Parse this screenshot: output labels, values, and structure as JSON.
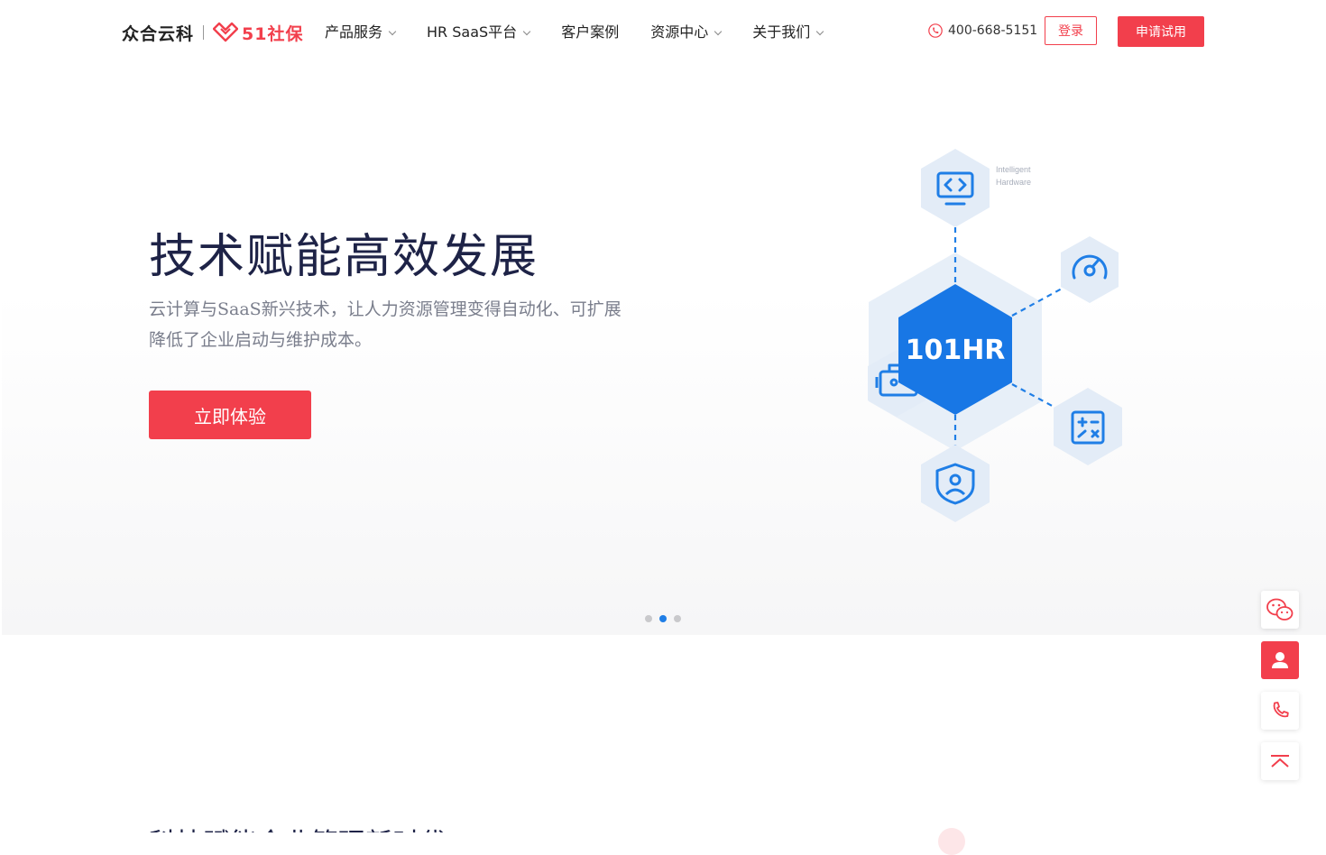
{
  "header": {
    "logo_left": "众合云科",
    "logo_right": "51社保",
    "nav": [
      {
        "label": "产品服务",
        "has_dropdown": true
      },
      {
        "label": "HR SaaS平台",
        "has_dropdown": true
      },
      {
        "label": "客户案例",
        "has_dropdown": false
      },
      {
        "label": "资源中心",
        "has_dropdown": true
      },
      {
        "label": "关于我们",
        "has_dropdown": true
      }
    ],
    "phone": "400-668-5151",
    "login_label": "登录",
    "trial_label": "申请试用"
  },
  "hero": {
    "title": "技术赋能高效发展",
    "desc_line1": "云计算与SaaS新兴技术，让人力资源管理变得自动化、可扩展",
    "desc_line2": "降低了企业启动与维护成本。",
    "cta_label": "立即体验",
    "graphic": {
      "center_label": "101HR",
      "top_label_1": "Intelligent",
      "top_label_2": "Hardware",
      "icons": [
        "code-monitor-icon",
        "gauge-icon",
        "calculator-icon",
        "shield-user-icon",
        "briefcase-icon"
      ]
    },
    "slides_total": 3,
    "slide_active": 2
  },
  "next_section": {
    "title_peek": "科技赋能企业管理新时代"
  },
  "colors": {
    "brand_red": "#f23f4c",
    "brand_blue": "#1f7ee6",
    "title_navy": "#1e2347"
  },
  "side_toolbar": [
    "wechat-icon",
    "user-icon",
    "phone-icon",
    "back-to-top-icon"
  ]
}
